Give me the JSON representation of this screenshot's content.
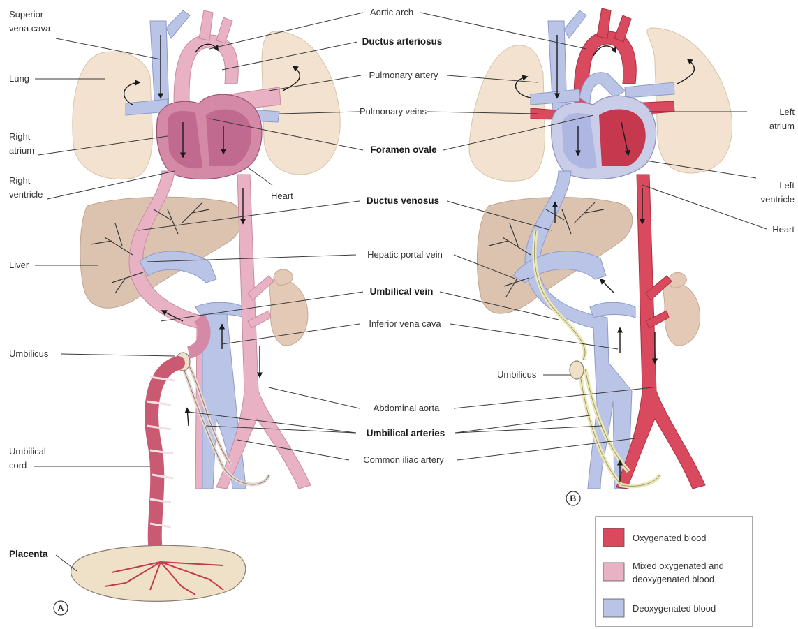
{
  "colors": {
    "oxygenated": "#d94a5e",
    "mixed": "#e8b2c4",
    "deoxygenated": "#b9c4e6",
    "lung": "#f2e2cf",
    "liver": "#dcc3b0",
    "kidney": "#e3c9b6",
    "cord": "#c95a72",
    "placenta": "#efe1c8"
  },
  "panel_a": {
    "letter": "A",
    "labels": {
      "superior_vena_cava_1": "Superior",
      "superior_vena_cava_2": "vena cava",
      "lung": "Lung",
      "right_atrium_1": "Right",
      "right_atrium_2": "atrium",
      "right_ventricle_1": "Right",
      "right_ventricle_2": "ventricle",
      "heart": "Heart",
      "liver": "Liver",
      "umbilicus": "Umbilicus",
      "umbilical_cord_1": "Umbilical",
      "umbilical_cord_2": "cord",
      "placenta": "Placenta"
    }
  },
  "center_labels": {
    "aortic_arch": "Aortic arch",
    "ductus_arteriosus": "Ductus arteriosus",
    "pulmonary_artery": "Pulmonary artery",
    "pulmonary_veins": "Pulmonary veins",
    "foramen_ovale": "Foramen ovale",
    "ductus_venosus": "Ductus venosus",
    "hepatic_portal_vein": "Hepatic portal vein",
    "umbilical_vein": "Umbilical vein",
    "inferior_vena_cava": "Inferior vena cava",
    "abdominal_aorta": "Abdominal aorta",
    "umbilical_arteries": "Umbilical arteries",
    "common_iliac_artery": "Common iliac artery"
  },
  "panel_b": {
    "letter": "B",
    "labels": {
      "left_atrium_1": "Left",
      "left_atrium_2": "atrium",
      "left_ventricle_1": "Left",
      "left_ventricle_2": "ventricle",
      "heart": "Heart",
      "umbilicus": "Umbilicus"
    }
  },
  "legend": {
    "oxygenated": "Oxygenated blood",
    "mixed_1": "Mixed oxygenated and",
    "mixed_2": "deoxygenated blood",
    "deoxygenated": "Deoxygenated blood"
  }
}
